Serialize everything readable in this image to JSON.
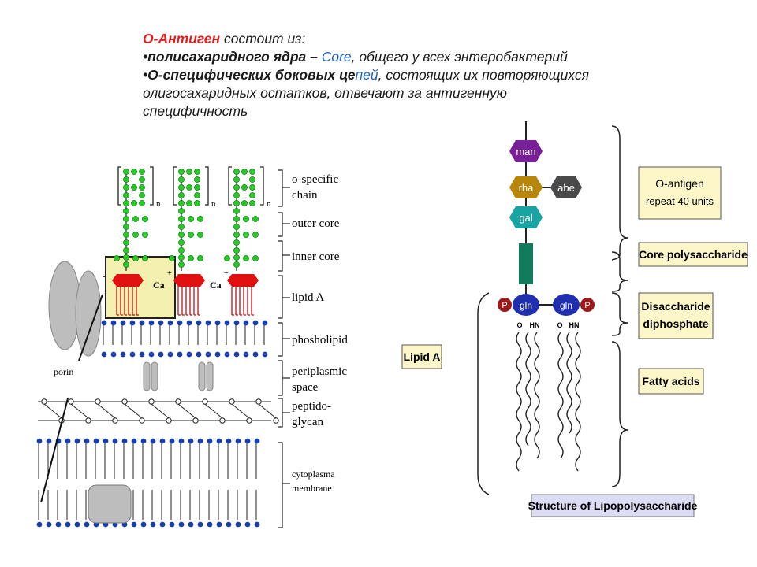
{
  "header": {
    "title_red": "О-Антиген",
    "title_rest": " состоит из:",
    "line2_bold": "•полисахаридного ядра –",
    "line2_blue": " Core",
    "line2_rest": ", общего у всех энтеробактерий",
    "line3_bold": "•О-специфических боковых це",
    "line3_blue": "пей",
    "line3_rest": ", состоящих их повторяющихся",
    "line4": "олигосахаридных остатков, отвечают за антигенную",
    "line5": "специфичность"
  },
  "left_diagram": {
    "labels": {
      "o_specific_1": "o-specific",
      "o_specific_2": "chain",
      "outer_core": "outer core",
      "inner_core": "inner core",
      "lipid_a": "lipid A",
      "phospholipid": "phosholipid",
      "periplasmic_1": "periplasmic",
      "periplasmic_2": "space",
      "peptido_1": "peptido-",
      "peptido_2": "glycan",
      "cytoplasma_1": "cytoplasma",
      "cytoplasma_2": "membrane",
      "porin": "porin",
      "ca": "Ca",
      "repeat_n": "n",
      "plus": "+",
      "minus": "-"
    },
    "colors": {
      "sugar": "#22cc22",
      "lipid_head": "#e01010",
      "phosphate_head": "#1a3fb0",
      "highlight": "#f3f0b0",
      "porin": "#bdbdbd"
    }
  },
  "right_diagram": {
    "sugars": {
      "man": "man",
      "rha": "rha",
      "abe": "abe",
      "gal": "gal",
      "gln1": "gln",
      "gln2": "gln",
      "p1": "P",
      "p2": "P"
    },
    "small": {
      "o1": "O",
      "hn1": "HN",
      "o2": "O",
      "hn2": "HN"
    },
    "boxes": {
      "o_antigen_1": "O-antigen",
      "o_antigen_2": "repeat 40 units",
      "core": "Core polysaccharide",
      "disaccharide_1": "Disaccharide",
      "disaccharide_2": "diphosphate",
      "fatty_acids": "Fatty acids",
      "lipid_a": "Lipid A",
      "caption": "Structure of Lipopolysaccharide"
    },
    "colors": {
      "man": "#7a1f9a",
      "rha": "#b8860b",
      "abe": "#4a4a4a",
      "gal": "#1aa3a3",
      "core": "#0f7a5c",
      "gln": "#1f2fb0",
      "phosphate": "#9a1a1a",
      "label_box": "#fdf6c8",
      "caption_box": "#dcdcf4"
    }
  }
}
